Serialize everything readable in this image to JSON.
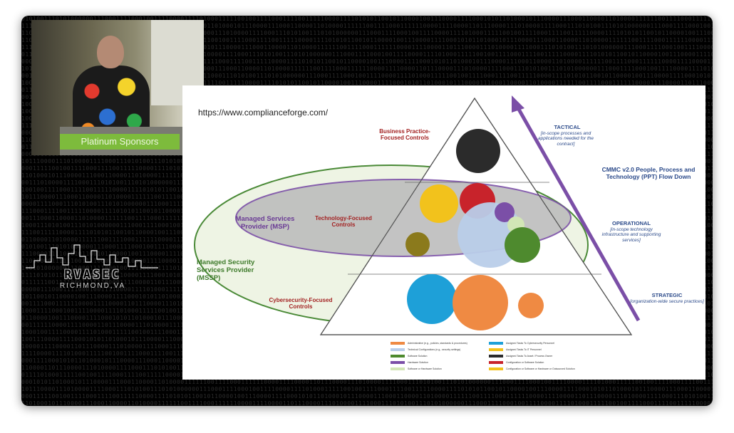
{
  "binary_text": "01011001011001100110010110001011001011100101100101100101011010110101100101011010010110100101100110101001011010010110100101101001011010010110101010101100101011010011010110100101010101001011010010110100101101011010010110101101",
  "webcam": {
    "sign_text": "Platinum Sponsors"
  },
  "logo": {
    "word": "RVASEC",
    "sub": "RICHMOND,VA"
  },
  "slide": {
    "url": "https://www.complianceforge.com/",
    "labels": {
      "business": "Business Practice-Focused Controls",
      "technology": "Technology-Focused Controls",
      "cybersecurity": "Cybersecurity-Focused Controls",
      "msp": "Managed Services Provider (MSP)",
      "mssp": "Managed Security Services Provider (MSSP)",
      "tactical_title": "TACTICAL",
      "tactical_sub": "[in-scope processes and applications needed for the contract]",
      "operational_title": "OPERATIONAL",
      "operational_sub": "[in-scope technology infrastructure and supporting services]",
      "strategic_title": "STRATEGIC",
      "strategic_sub": "[organization-wide secure practices]",
      "cmmc": "CMMC v2.0 People, Process and Technology (PPT) Flow Down"
    },
    "colors": {
      "purple": "#7b4fa7",
      "green": "#4a8a37",
      "gray": "#b7b7b7",
      "black_circle": "#2b2b2b",
      "orange": "#ef8a43",
      "blue": "#1ea0d8",
      "yellow": "#f2c21c",
      "red": "#c8232b",
      "olive": "#8b7a1c",
      "light_blue": "#b9cde9",
      "dark_green": "#4e8a2e",
      "light_green": "#d2e6b6"
    },
    "legend": [
      {
        "color": "#ef8a43",
        "text": "Administrative (e.g., policies, standards & procedures)"
      },
      {
        "color": "#b9cde9",
        "text": "Technical Configurations (e.g., security settings)"
      },
      {
        "color": "#4e8a2e",
        "text": "Software Solution"
      },
      {
        "color": "#7b4fa7",
        "text": "Hardware Solution"
      },
      {
        "color": "#d2e6b6",
        "text": "Software or Hardware Solution"
      },
      {
        "color": "#1ea0d8",
        "text": "Assigned Tasks To Cybersecurity Personnel"
      },
      {
        "color": "#f2c21c",
        "text": "Assigned Tasks To IT Personnel"
      },
      {
        "color": "#2b2b2b",
        "text": "Assigned Tasks To Asset / Process Owner"
      },
      {
        "color": "#c8232b",
        "text": "Configuration or Software Solution"
      },
      {
        "color": "#f2c21c",
        "text": "Configuration or Software or Hardware or Outsourced Solution"
      }
    ]
  }
}
